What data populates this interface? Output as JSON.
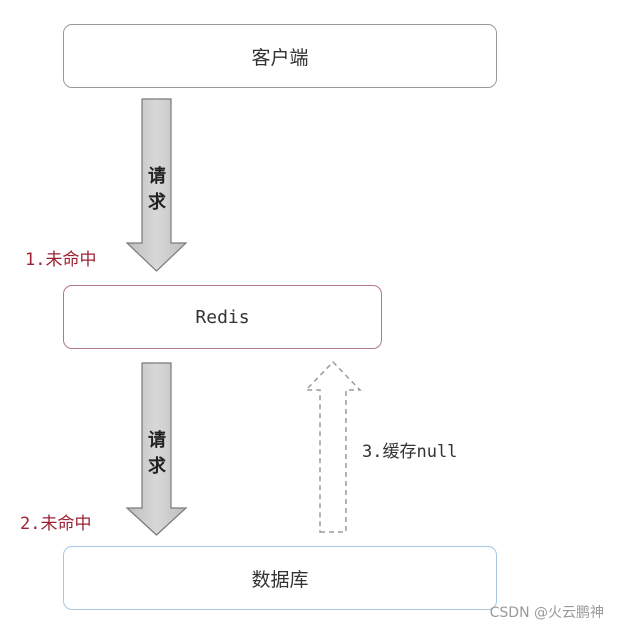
{
  "client_label": "客户端",
  "redis_label": "Redis",
  "database_label": "数据库",
  "request_arrow_1": [
    "请",
    "求"
  ],
  "request_arrow_2": [
    "请",
    "求"
  ],
  "miss_1_label": "1.未命中",
  "miss_2_label": "2.未命中",
  "cache_null_label": "3.缓存null",
  "watermark": "CSDN @火云鹏神",
  "colors": {
    "miss_text": "#9c2233",
    "redis_border": "#b07888",
    "db_border": "#a9c7e0",
    "arrow_fill": "#c8c8c8",
    "cursor": "#e6e600"
  }
}
